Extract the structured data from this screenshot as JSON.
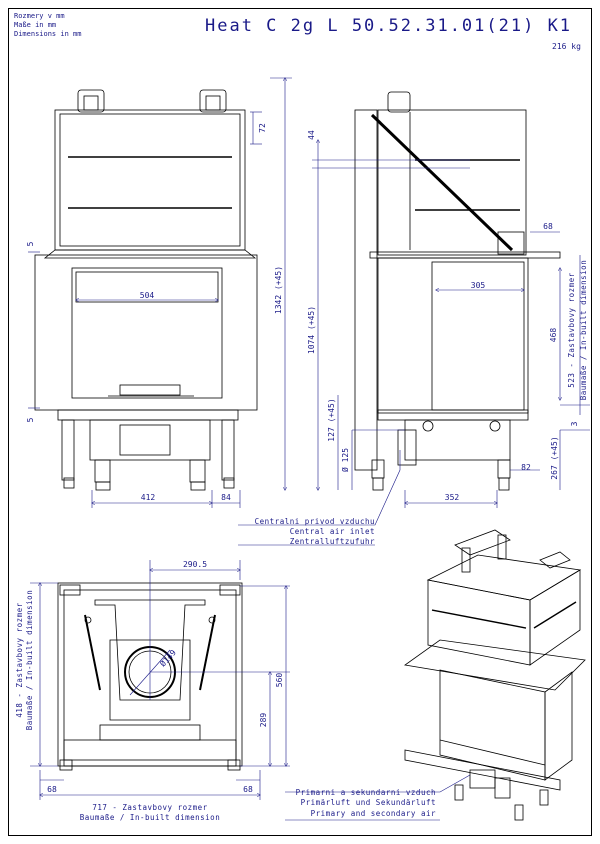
{
  "header": {
    "units_cz": "Rozmery v mm",
    "units_de": "Maße in mm",
    "units_en": "Dimensions in mm",
    "title": "Heat C 2g L 50.52.31.01(21) K1",
    "weight": "216 kg"
  },
  "front_view": {
    "d72": "72",
    "d1342": "1342 (+45)",
    "d504": "504",
    "d412": "412",
    "d84": "84",
    "d5_top": "5",
    "d5_bot": "5"
  },
  "side_view": {
    "d44": "44",
    "d68": "68",
    "d305": "305",
    "d468": "468",
    "d523": "523 - Zastavbovy rozmer",
    "d523_de": "Baumaße / In-built dimension",
    "d1074": "1074 (+45)",
    "d127": "127 (+45)",
    "d125": "Ø 125",
    "d82": "82",
    "d267": "267 (+45)",
    "d3": "3",
    "d352": "352"
  },
  "air_inlet": {
    "cz": "Centralni privod vzduchu",
    "en": "Central air inlet",
    "de": "Zentralluftzufuhr"
  },
  "top_view": {
    "d290": "290.5",
    "d149": "Ø149",
    "d560": "560",
    "d289": "289",
    "d68l": "68",
    "d68r": "68",
    "d717": "717 - Zastavbovy rozmer",
    "d717_de": "Baumaße / In-built dimension",
    "d418": "418 - Zastavbovy rozmer",
    "d418_de": "Baumaße / In-built dimension"
  },
  "primary_air": {
    "cz": "Primarni a sekundarni vzduch",
    "de": "Primärluft und Sekundärluft",
    "en": "Primary and secondary air"
  }
}
